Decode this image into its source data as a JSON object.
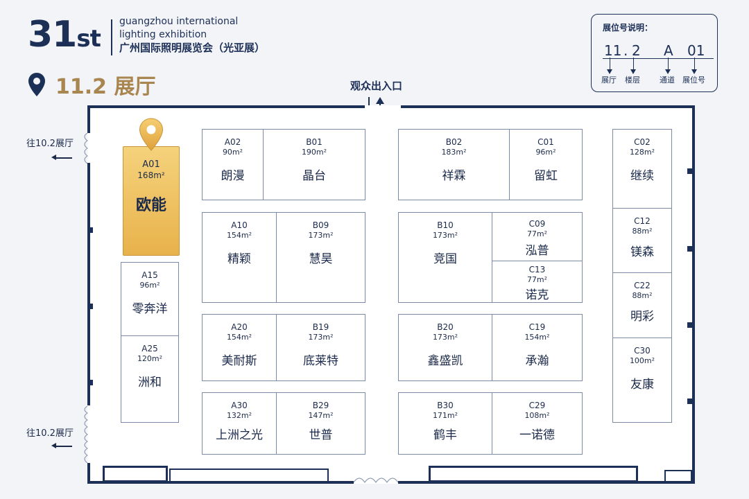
{
  "header": {
    "edition_number": "31",
    "edition_suffix": "st",
    "en_line1": "guangzhou international",
    "en_line2": "lighting exhibition",
    "cn_name": "广州国际照明展览会（光亚展）"
  },
  "hall": {
    "label": "11.2 展厅"
  },
  "legend": {
    "title": "展位号说明：",
    "code_hall": "11",
    "code_sep": ".",
    "code_floor": "2",
    "code_aisle": "A",
    "code_booth": "01",
    "labels": [
      "展厅",
      "楼层",
      "通道",
      "展位号"
    ]
  },
  "entrance": {
    "label": "观众出入口"
  },
  "side_exits": [
    "往10.2展厅",
    "往10.2展厅"
  ],
  "colors": {
    "navy": "#1c2f57",
    "gold": "#a98650",
    "highlight": "#f0c262"
  },
  "highlighted_booth": "A01",
  "booths": [
    {
      "code": "A01",
      "area": "168m²",
      "name": "欧能"
    },
    {
      "code": "A15",
      "area": "96m²",
      "name": "零奔洋"
    },
    {
      "code": "A25",
      "area": "120m²",
      "name": "洲和"
    },
    {
      "code": "A02",
      "area": "90m²",
      "name": "朗漫"
    },
    {
      "code": "B01",
      "area": "190m²",
      "name": "晶台"
    },
    {
      "code": "A10",
      "area": "154m²",
      "name": "精颖"
    },
    {
      "code": "B09",
      "area": "173m²",
      "name": "慧昊"
    },
    {
      "code": "A20",
      "area": "154m²",
      "name": "美耐斯"
    },
    {
      "code": "B19",
      "area": "173m²",
      "name": "底莱特"
    },
    {
      "code": "A30",
      "area": "132m²",
      "name": "上洲之光"
    },
    {
      "code": "B29",
      "area": "147m²",
      "name": "世普"
    },
    {
      "code": "B02",
      "area": "183m²",
      "name": "祥霖"
    },
    {
      "code": "C01",
      "area": "96m²",
      "name": "留虹"
    },
    {
      "code": "B10",
      "area": "173m²",
      "name": "竞国"
    },
    {
      "code": "C09",
      "area": "77m²",
      "name": "泓普"
    },
    {
      "code": "C13",
      "area": "77m²",
      "name": "诺克"
    },
    {
      "code": "B20",
      "area": "173m²",
      "name": "鑫盛凯"
    },
    {
      "code": "C19",
      "area": "154m²",
      "name": "承瀚"
    },
    {
      "code": "B30",
      "area": "171m²",
      "name": "鹤丰"
    },
    {
      "code": "C29",
      "area": "108m²",
      "name": "一诺德"
    },
    {
      "code": "C02",
      "area": "128m²",
      "name": "继续"
    },
    {
      "code": "C12",
      "area": "88m²",
      "name": "镁森"
    },
    {
      "code": "C22",
      "area": "88m²",
      "name": "明彩"
    },
    {
      "code": "C30",
      "area": "100m²",
      "name": "友康"
    }
  ]
}
